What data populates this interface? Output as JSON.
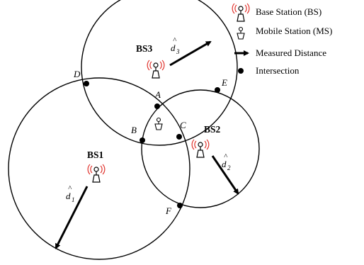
{
  "legend": {
    "base_station": "Base Station (BS)",
    "mobile_station": "Mobile Station (MS)",
    "measured_distance": "Measured Distance",
    "intersection": "Intersection"
  },
  "stations": {
    "bs1": "BS1",
    "bs2": "BS2",
    "bs3": "BS3"
  },
  "distances": {
    "d1": {
      "main": "d",
      "hat": "^",
      "sub": "1"
    },
    "d2": {
      "main": "d",
      "hat": "^",
      "sub": "2"
    },
    "d3": {
      "main": "d",
      "hat": "^",
      "sub": "3"
    }
  },
  "points": {
    "A": "A",
    "B": "B",
    "C": "C",
    "D": "D",
    "E": "E",
    "F": "F"
  },
  "colors": {
    "signal": "#e0312b",
    "ink": "#000000"
  }
}
